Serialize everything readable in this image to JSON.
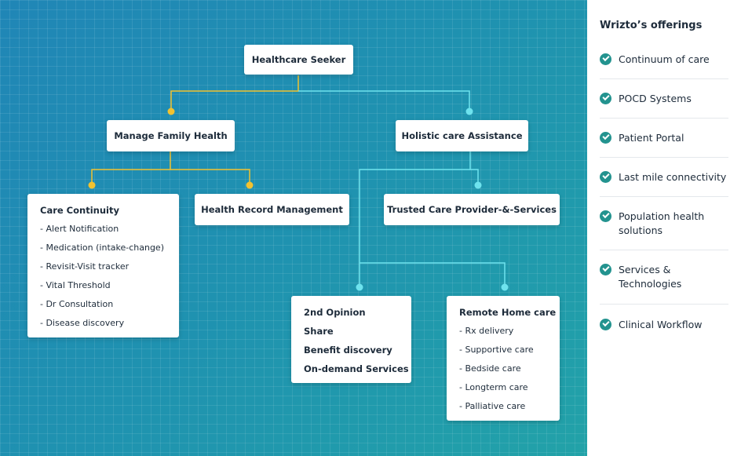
{
  "diagram": {
    "root": "Healthcare Seeker",
    "branch_left": "Manage Family Health",
    "branch_right": "Holistic care Assistance",
    "care_continuity": {
      "title": "Care Continuity",
      "items": [
        "- Alert Notification",
        "- Medication (intake-change)",
        "- Revisit-Visit tracker",
        "- Vital Threshold",
        "- Dr Consultation",
        "- Disease discovery"
      ]
    },
    "health_record": "Health Record Management",
    "trusted_care": "Trusted Care Provider-&-Services",
    "second_opinion": {
      "items": [
        "2nd Opinion",
        "Share",
        "Benefit discovery",
        "On-demand Services"
      ]
    },
    "remote_home": {
      "title": "Remote Home care",
      "items": [
        "- Rx delivery",
        "- Supportive care",
        "- Bedside care",
        "- Longterm care",
        "- Palliative care"
      ]
    },
    "colors": {
      "left_connector": "#f2c230",
      "right_connector": "#6ee3ee",
      "check": "#23938f",
      "background": "#1f8db5"
    }
  },
  "sidebar": {
    "title": "Wrizto’s offerings",
    "items": [
      {
        "label": "Continuum of care",
        "icon": "check-circle-icon"
      },
      {
        "label": "POCD Systems",
        "icon": "check-circle-icon"
      },
      {
        "label": "Patient Portal",
        "icon": "check-circle-icon"
      },
      {
        "label": "Last mile connectivity",
        "icon": "check-circle-icon"
      },
      {
        "label": "Population health solutions",
        "icon": "check-circle-icon"
      },
      {
        "label": "Services & Technologies",
        "icon": "check-circle-icon"
      },
      {
        "label": "Clinical Workflow",
        "icon": "check-circle-icon"
      }
    ]
  }
}
